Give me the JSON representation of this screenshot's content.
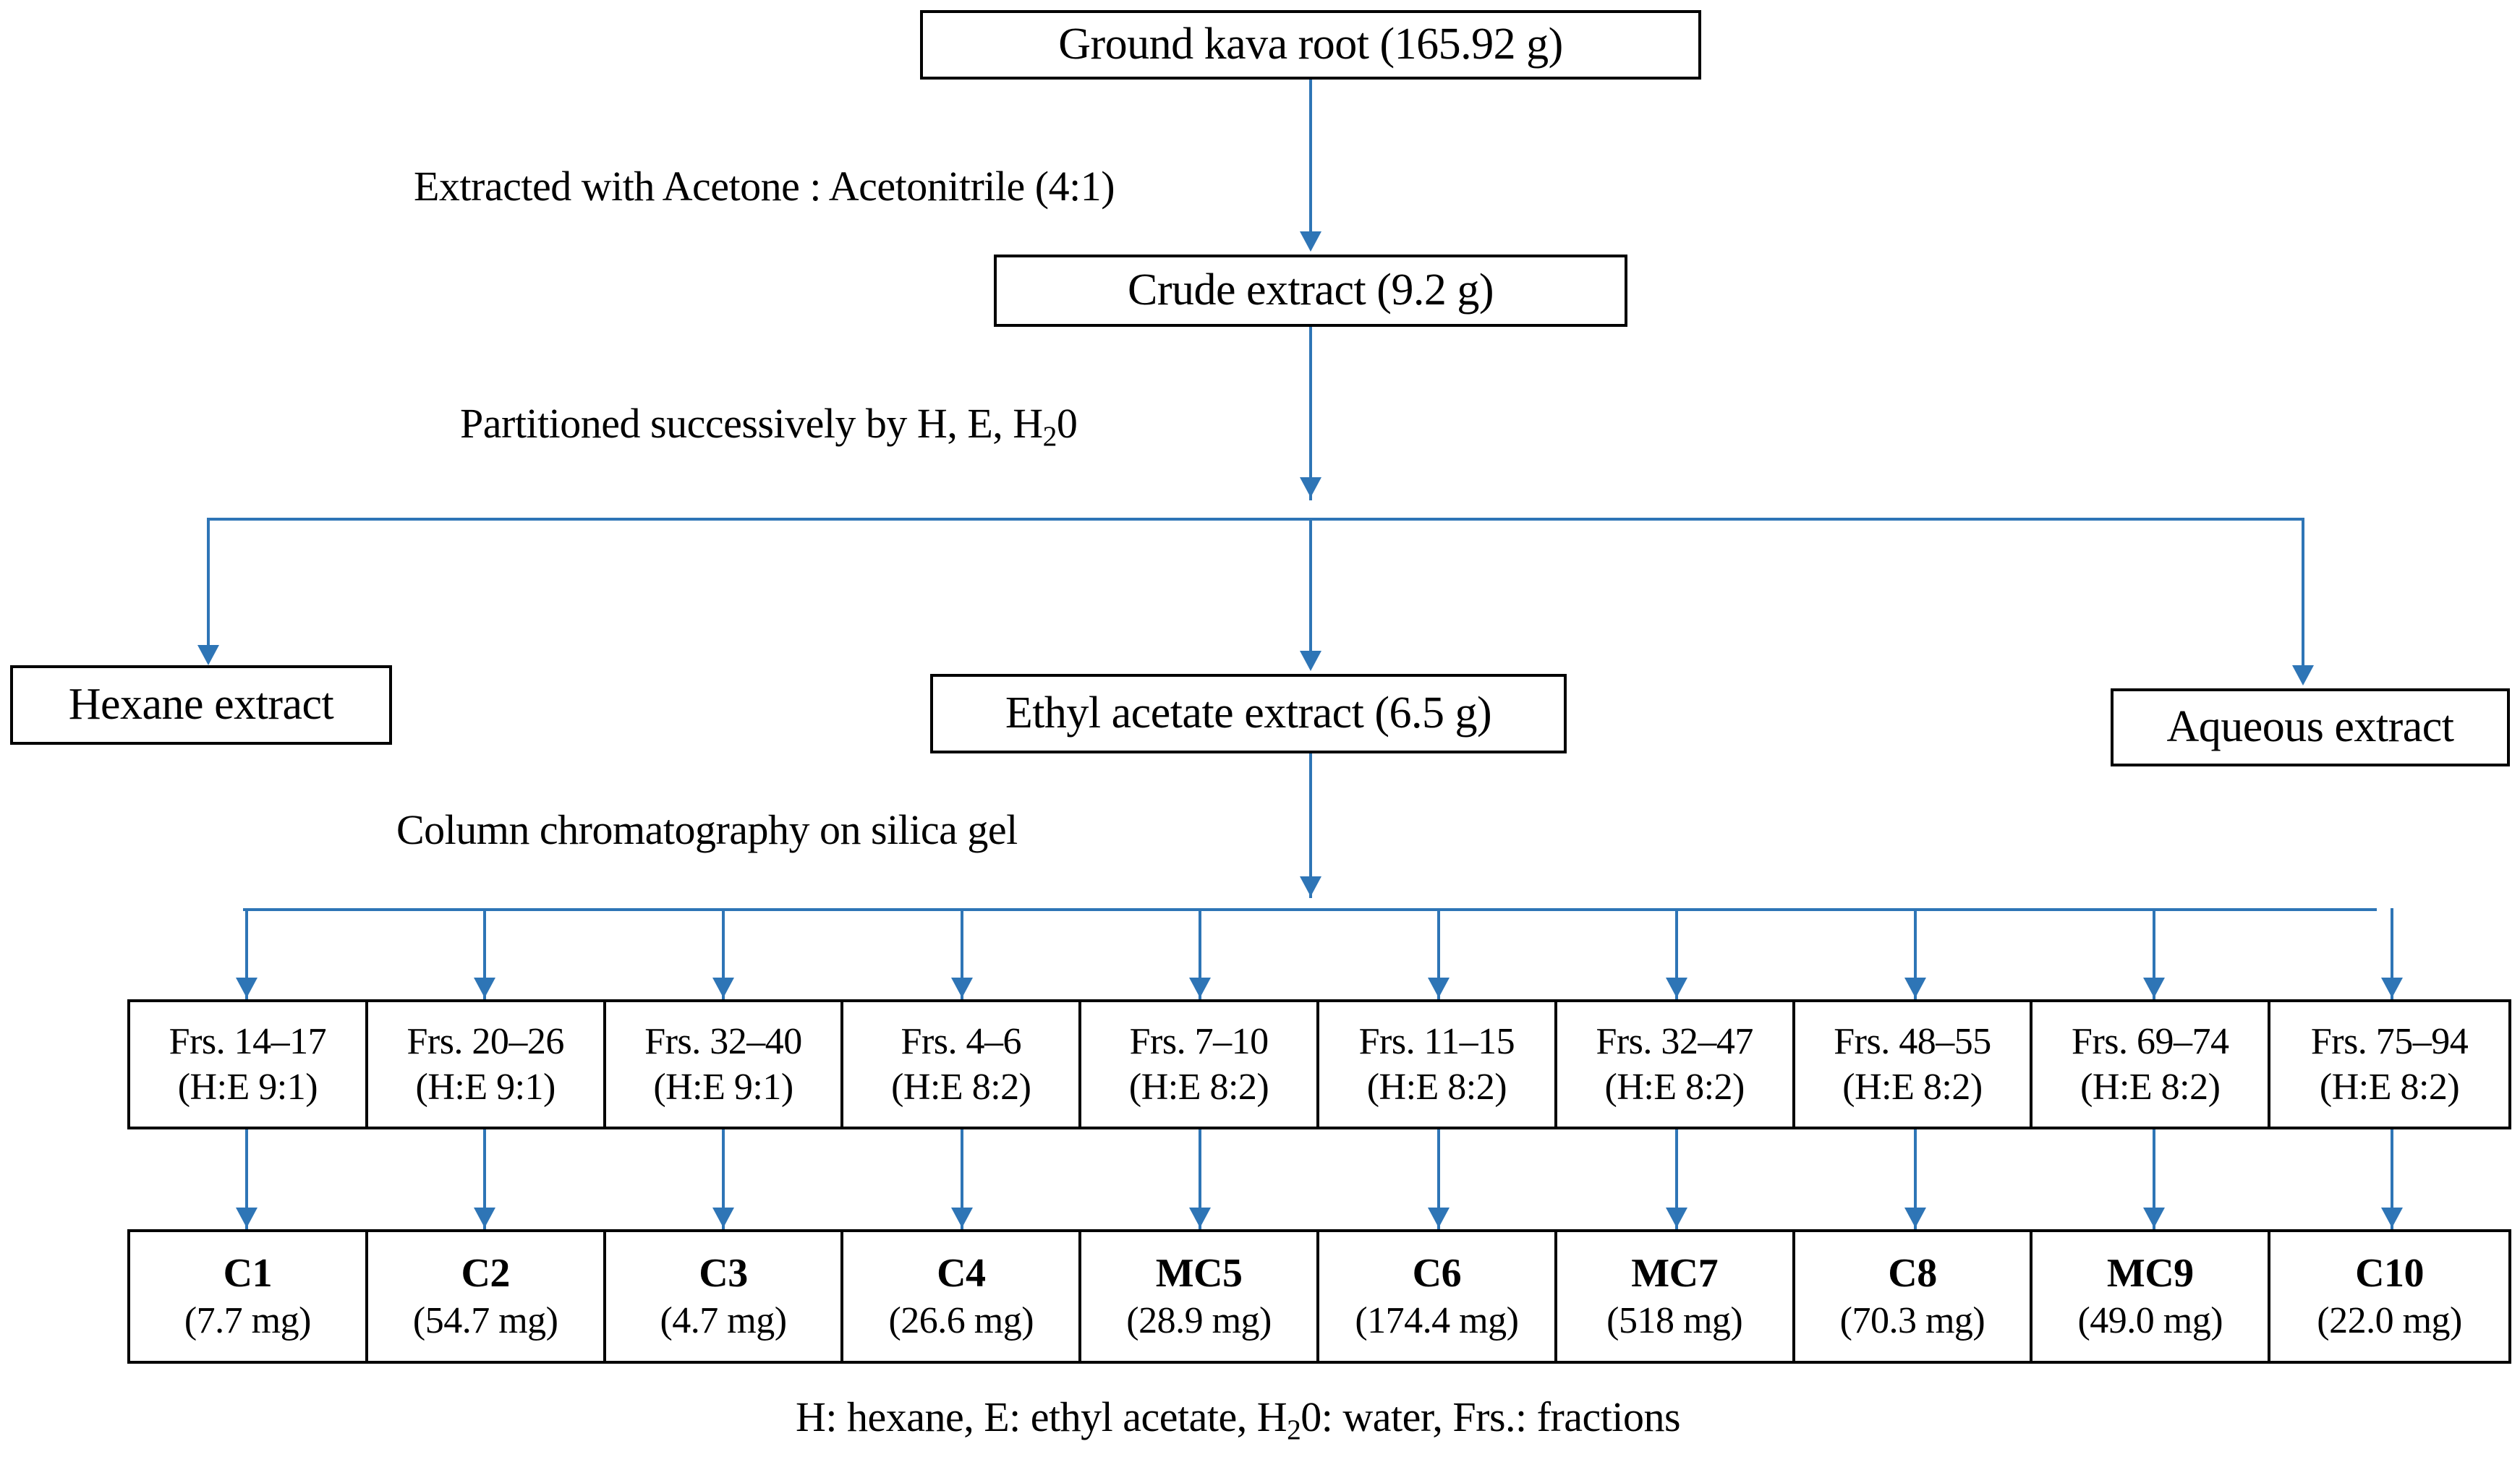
{
  "diagram": {
    "title_box": {
      "label": "Ground kava root (165.92 g)"
    },
    "step1_caption": {
      "text": "Extracted with Acetone : Acetonitrile (4:1)"
    },
    "crude_box": {
      "label": "Crude extract (9.2 g)"
    },
    "step2_caption": {
      "prefix": "Partitioned successively by H, E, H",
      "subscript": "2",
      "suffix": "0"
    },
    "extracts": [
      {
        "label": "Hexane extract"
      },
      {
        "label": "Ethyl acetate extract (6.5 g)"
      },
      {
        "label": "Aqueous extract"
      }
    ],
    "step3_caption": {
      "text": "Column chromatography on silica gel"
    },
    "fractions": [
      {
        "range": "Frs. 14–17",
        "solvent": "(H:E 9:1)"
      },
      {
        "range": "Frs. 20–26",
        "solvent": "(H:E 9:1)"
      },
      {
        "range": "Frs. 32–40",
        "solvent": "(H:E 9:1)"
      },
      {
        "range": "Frs. 4–6",
        "solvent": "(H:E 8:2)"
      },
      {
        "range": "Frs. 7–10",
        "solvent": "(H:E 8:2)"
      },
      {
        "range": "Frs. 11–15",
        "solvent": "(H:E 8:2)"
      },
      {
        "range": "Frs. 32–47",
        "solvent": "(H:E 8:2)"
      },
      {
        "range": "Frs. 48–55",
        "solvent": "(H:E 8:2)"
      },
      {
        "range": "Frs. 69–74",
        "solvent": "(H:E 8:2)"
      },
      {
        "range": "Frs. 75–94",
        "solvent": "(H:E 8:2)"
      }
    ],
    "compounds": [
      {
        "name": "C1",
        "yield": "(7.7 mg)"
      },
      {
        "name": "C2",
        "yield": "(54.7 mg)"
      },
      {
        "name": "C3",
        "yield": "(4.7 mg)"
      },
      {
        "name": "C4",
        "yield": "(26.6 mg)"
      },
      {
        "name": "MC5",
        "yield": "(28.9 mg)"
      },
      {
        "name": "C6",
        "yield": "(174.4 mg)"
      },
      {
        "name": "MC7",
        "yield": "(518 mg)"
      },
      {
        "name": "C8",
        "yield": "(70.3 mg)"
      },
      {
        "name": "MC9",
        "yield": "(49.0 mg)"
      },
      {
        "name": "C10",
        "yield": "(22.0 mg)"
      }
    ],
    "legend": {
      "prefix": "H: hexane, E: ethyl acetate, H",
      "subscript": "2",
      "suffix": "0: water, Frs.: fractions"
    },
    "colors": {
      "connector": "#2E75B6",
      "box_border": "#000000",
      "text": "#000000",
      "background": "#FFFFFF"
    }
  }
}
